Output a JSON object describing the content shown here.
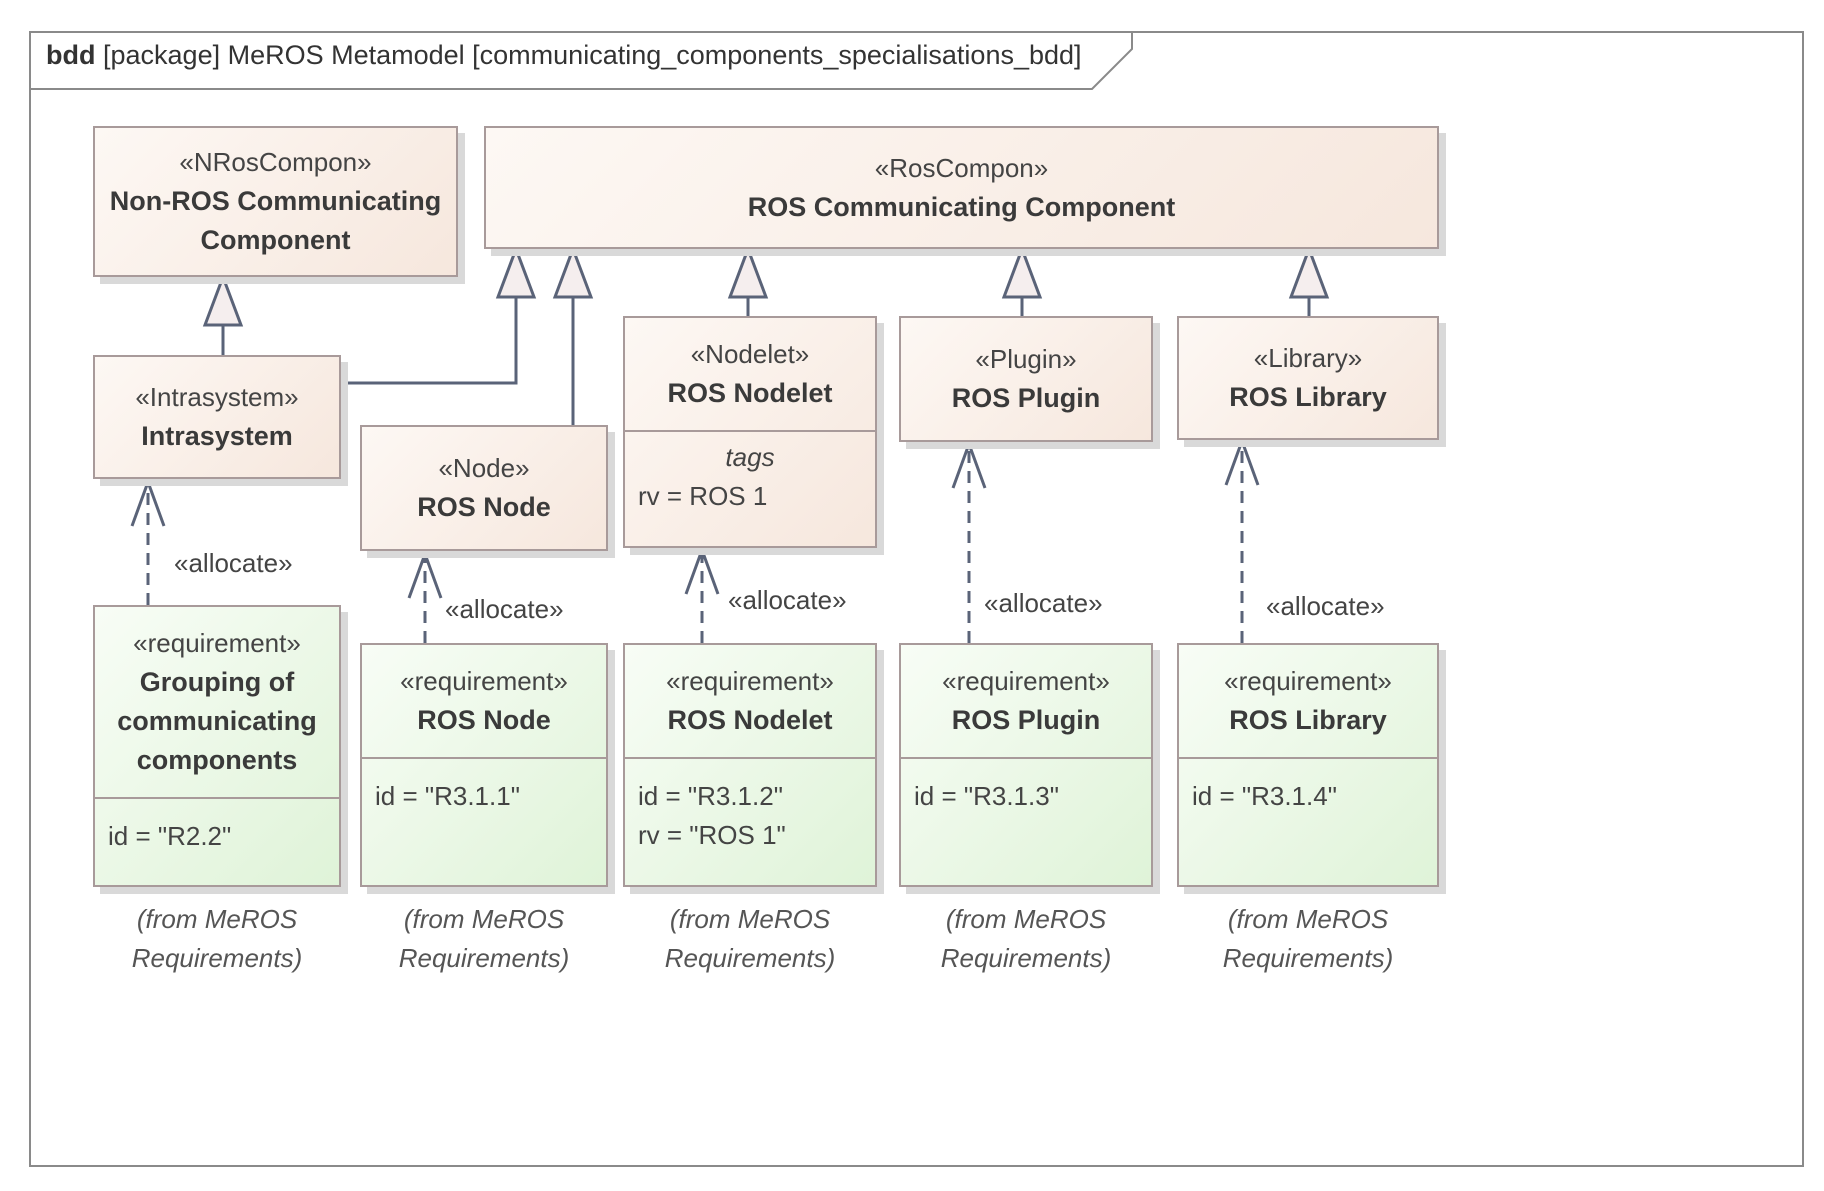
{
  "frame": {
    "kind": "bdd",
    "title": "[package] MeROS Metamodel [communicating_components_specialisations_bdd]"
  },
  "blocks": {
    "non_ros": {
      "stereotype": "«NRosCompon»",
      "name_line1": "Non-ROS Communicating",
      "name_line2": "Component"
    },
    "ros_comm": {
      "stereotype": "«RosCompon»",
      "name": "ROS Communicating Component"
    },
    "intrasystem": {
      "stereotype": "«Intrasystem»",
      "name": "Intrasystem"
    },
    "ros_node": {
      "stereotype": "«Node»",
      "name": "ROS Node"
    },
    "ros_nodelet": {
      "stereotype": "«Nodelet»",
      "name": "ROS Nodelet",
      "tags_label": "tags",
      "rv": "rv = ROS 1"
    },
    "ros_plugin": {
      "stereotype": "«Plugin»",
      "name": "ROS Plugin"
    },
    "ros_library": {
      "stereotype": "«Library»",
      "name": "ROS Library"
    }
  },
  "requirements": {
    "grouping": {
      "stereotype": "«requirement»",
      "name_line1": "Grouping of",
      "name_line2": "communicating",
      "name_line3": "components",
      "id": "id = \"R2.2\""
    },
    "node": {
      "stereotype": "«requirement»",
      "name": "ROS Node",
      "id": "id = \"R3.1.1\""
    },
    "nodelet": {
      "stereotype": "«requirement»",
      "name": "ROS Nodelet",
      "id": "id = \"R3.1.2\"",
      "rv": "rv = \"ROS 1\""
    },
    "plugin": {
      "stereotype": "«requirement»",
      "name": "ROS Plugin",
      "id": "id = \"R3.1.3\""
    },
    "library": {
      "stereotype": "«requirement»",
      "name": "ROS Library",
      "id": "id = \"R3.1.4\""
    }
  },
  "relations": {
    "allocate_label": "«allocate»",
    "from_line1": "(from MeROS",
    "from_line2": "Requirements)"
  },
  "colors": {
    "block_fill": "#f6e7dd",
    "requirement_fill": "#dff3d8",
    "border": "#a89a9a",
    "connector": "#5a6378"
  }
}
